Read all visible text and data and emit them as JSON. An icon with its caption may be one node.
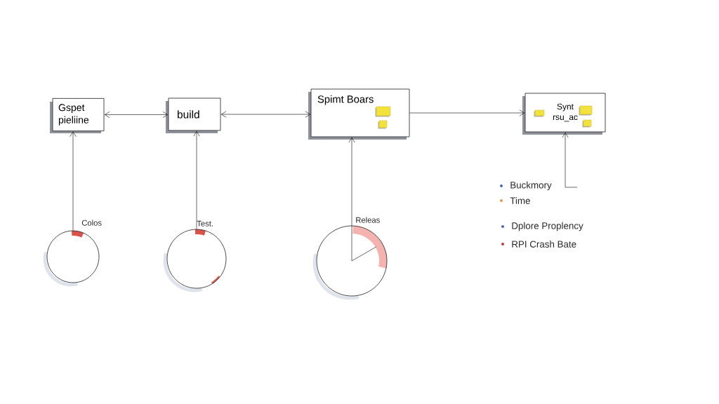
{
  "diagram": {
    "nodes": [
      {
        "text": [
          "Gspet pieliine"
        ]
      },
      {
        "text": [
          "build"
        ]
      },
      {
        "text": [
          "Spimt Boars"
        ]
      },
      {
        "text": [
          "Synt rsu_ac"
        ]
      },
      {
        "text": [],
        "shape": "circle",
        "beside": [
          "Colos"
        ]
      },
      {
        "text": [],
        "shape": "circle",
        "beside": [
          "Test."
        ]
      },
      {
        "text": [],
        "shape": "circle",
        "beside": [
          "Releas"
        ]
      }
    ],
    "edges": [
      {
        "from": 0,
        "to": 1,
        "arrow": "both"
      },
      {
        "from": 1,
        "to": 2,
        "arrow": "both"
      },
      {
        "from": 2,
        "to": 3,
        "arrow": "to"
      },
      {
        "from": 4,
        "to": 0,
        "arrow": "to"
      },
      {
        "from": 5,
        "to": 1,
        "arrow": "to"
      },
      {
        "from": 6,
        "to": 2,
        "arrow": "to"
      },
      {
        "from": null,
        "to": 3,
        "arrow": "to"
      }
    ],
    "legend": [
      {
        "text": "Buckmory",
        "color": "#4a68a8"
      },
      {
        "text": "Time",
        "color": "#e39a4a"
      },
      {
        "text": "Dplore Proplency",
        "color": "#4a68a8"
      },
      {
        "text": "RPI Crash Bate",
        "color": "#c43a3a"
      }
    ]
  }
}
